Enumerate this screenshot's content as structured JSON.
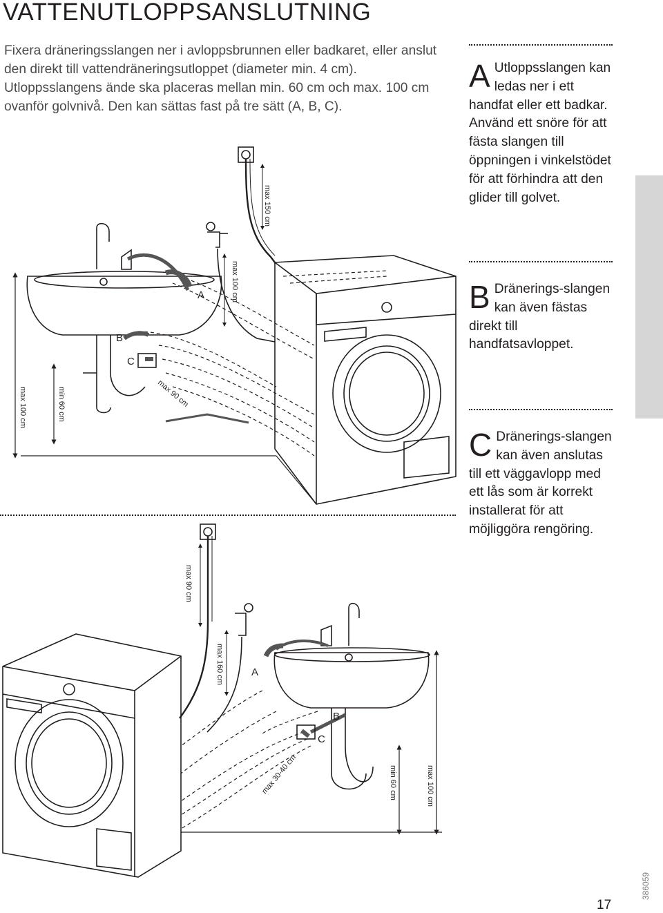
{
  "page": {
    "title": "VATTENUTLOPPSANSLUTNING",
    "intro": "Fixera dräneringsslangen ner i avloppsbrunnen eller badkaret, eller anslut den direkt till vattendräneringsutloppet (diameter min. 4 cm). Utloppsslangens ände ska placeras mellan min. 60 cm och max. 100 cm ovanför golvnivå. Den kan sättas fast på tre sätt (A, B, C).",
    "page_number": "17",
    "doc_id": "386059"
  },
  "options": [
    {
      "letter": "A",
      "text_lead": "Utloppsslangen kan ledas",
      "text_rest": "ner i ett handfat eller ett badkar. Använd ett snöre för att fästa slangen till öppningen i vinkelstödet för att förhindra att den glider till golvet."
    },
    {
      "letter": "B",
      "text_lead": "Dränerings-slangen kan",
      "text_rest": "även fästas direkt till handfatsavloppet."
    },
    {
      "letter": "C",
      "text_lead": "Dränerings-slangen kan",
      "text_rest": "även anslutas till ett väggavlopp med ett lås som är korrekt installerat för att möjliggöra rengöring."
    }
  ],
  "diagram_top": {
    "labels": {
      "a": "A",
      "b": "B",
      "c": "C"
    },
    "measures": {
      "hose_max": "max 150 cm",
      "tap_max": "max 100 cm",
      "floor_max": "max 100 cm",
      "floor_min": "min 60 cm",
      "wall_max": "max 90 cm"
    }
  },
  "diagram_bottom": {
    "labels": {
      "a": "A",
      "b": "B",
      "c": "C"
    },
    "measures": {
      "wall_max": "max 90 cm",
      "hose_max": "max 160 cm",
      "curve": "max 30-40 cm",
      "floor_min": "min 60 cm",
      "floor_max": "max 100 cm"
    }
  }
}
